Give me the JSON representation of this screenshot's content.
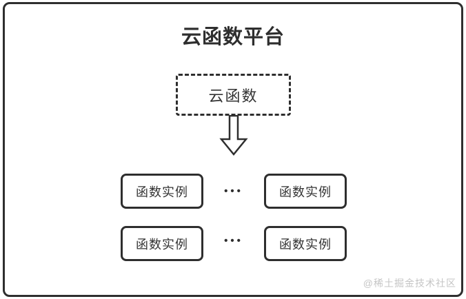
{
  "diagram": {
    "title": "云函数平台",
    "cloud_function_label": "云函数",
    "instances": [
      {
        "label": "函数实例"
      },
      {
        "label": "函数实例"
      },
      {
        "label": "函数实例"
      },
      {
        "label": "函数实例"
      }
    ],
    "ellipsis": "•••",
    "watermark": "@稀土掘金技术社区",
    "colors": {
      "border": "#2e2e2e",
      "text": "#333333",
      "watermark": "#c5c5c5",
      "background": "#ffffff"
    }
  }
}
